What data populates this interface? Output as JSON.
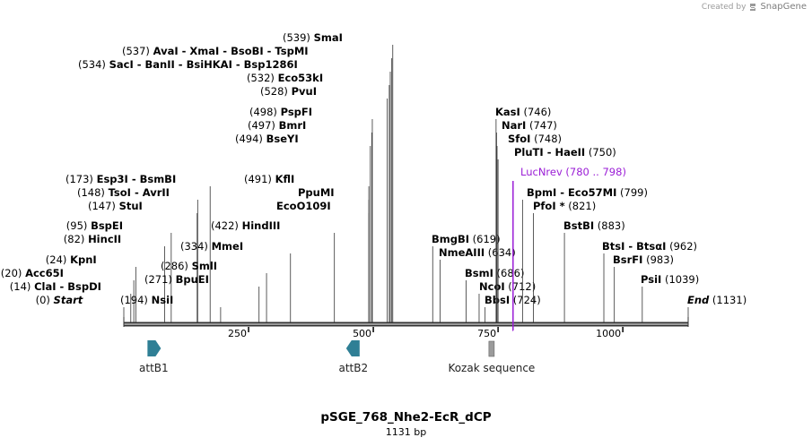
{
  "credit": {
    "prefix": "Created by",
    "brand": "SnapGene"
  },
  "map": {
    "title": "pSGE_768_Nhe2-EcR_dCP",
    "length_label": "1131 bp",
    "length_bp": 1131,
    "ticks": [
      "250",
      "500",
      "750",
      "1000"
    ],
    "tick_values": [
      250,
      500,
      750,
      1000
    ]
  },
  "labels": [
    {
      "pos": "(0)",
      "parts": [
        {
          "t": "Start",
          "it": true
        }
      ],
      "bp": 0
    },
    {
      "pos": "(14)",
      "parts": [
        {
          "t": "ClaI"
        },
        {
          "t": "BspDI"
        }
      ],
      "bp": 14
    },
    {
      "pos": "(20)",
      "parts": [
        {
          "t": "Acc65I"
        }
      ],
      "bp": 20
    },
    {
      "pos": "(24)",
      "parts": [
        {
          "t": "KpnI"
        }
      ],
      "bp": 24
    },
    {
      "pos": "(82)",
      "parts": [
        {
          "t": "HincII"
        }
      ],
      "bp": 82
    },
    {
      "pos": "(95)",
      "parts": [
        {
          "t": "BspEI"
        }
      ],
      "bp": 95
    },
    {
      "pos": "(147)",
      "parts": [
        {
          "t": "StuI"
        }
      ],
      "bp": 147
    },
    {
      "pos": "(148)",
      "parts": [
        {
          "t": "TsoI"
        },
        {
          "t": "AvrII"
        }
      ],
      "bp": 148
    },
    {
      "pos": "(173)",
      "parts": [
        {
          "t": "Esp3I"
        },
        {
          "t": "BsmBI"
        }
      ],
      "bp": 173
    },
    {
      "pos": "(194)",
      "parts": [
        {
          "t": "NsiI"
        }
      ],
      "bp": 194
    },
    {
      "pos": "(271)",
      "parts": [
        {
          "t": "BpuEI"
        }
      ],
      "bp": 271
    },
    {
      "pos": "(286)",
      "parts": [
        {
          "t": "SmlI"
        }
      ],
      "bp": 286
    },
    {
      "pos": "(334)",
      "parts": [
        {
          "t": "MmeI"
        }
      ],
      "bp": 334
    },
    {
      "pos": "(422)",
      "parts": [
        {
          "t": "HindIII"
        }
      ],
      "bp": 422
    },
    {
      "pos": "",
      "parts": [
        {
          "t": "EcoO109I"
        }
      ],
      "bp": 491
    },
    {
      "pos": "",
      "parts": [
        {
          "t": "PpuMI"
        }
      ],
      "bp": 491
    },
    {
      "pos": "(491)",
      "parts": [
        {
          "t": "KflI"
        }
      ],
      "bp": 491
    },
    {
      "pos": "(494)",
      "parts": [
        {
          "t": "BseYI"
        }
      ],
      "bp": 494
    },
    {
      "pos": "(497)",
      "parts": [
        {
          "t": "BmrI"
        }
      ],
      "bp": 497
    },
    {
      "pos": "(498)",
      "parts": [
        {
          "t": "PspFI"
        }
      ],
      "bp": 498
    },
    {
      "pos": "(528)",
      "parts": [
        {
          "t": "PvuI"
        }
      ],
      "bp": 528
    },
    {
      "pos": "(532)",
      "parts": [
        {
          "t": "Eco53kI"
        }
      ],
      "bp": 532
    },
    {
      "pos": "(534)",
      "parts": [
        {
          "t": "SacI"
        },
        {
          "t": "BanII"
        },
        {
          "t": "BsiHKAI"
        },
        {
          "t": "Bsp1286I"
        }
      ],
      "bp": 534
    },
    {
      "pos": "(537)",
      "parts": [
        {
          "t": "AvaI"
        },
        {
          "t": "XmaI"
        },
        {
          "t": "BsoBI"
        },
        {
          "t": "TspMI"
        }
      ],
      "bp": 537
    },
    {
      "pos": "(539)",
      "parts": [
        {
          "t": "SmaI"
        }
      ],
      "bp": 539
    },
    {
      "pos": "(619)",
      "parts": [
        {
          "t": "BmgBI"
        }
      ],
      "bp": 619
    },
    {
      "pos": "(634)",
      "parts": [
        {
          "t": "NmeAIII"
        }
      ],
      "bp": 634
    },
    {
      "pos": "(686)",
      "parts": [
        {
          "t": "BsmI"
        }
      ],
      "bp": 686
    },
    {
      "pos": "(712)",
      "parts": [
        {
          "t": "NcoI"
        }
      ],
      "bp": 712
    },
    {
      "pos": "(724)",
      "parts": [
        {
          "t": "BbsI"
        }
      ],
      "bp": 724
    },
    {
      "pos": "(746)",
      "parts": [
        {
          "t": "KasI"
        }
      ],
      "bp": 746
    },
    {
      "pos": "(747)",
      "parts": [
        {
          "t": "NarI"
        }
      ],
      "bp": 747
    },
    {
      "pos": "(748)",
      "parts": [
        {
          "t": "SfoI"
        }
      ],
      "bp": 748
    },
    {
      "pos": "(750)",
      "parts": [
        {
          "t": "PluTI"
        },
        {
          "t": "HaeII"
        }
      ],
      "bp": 750
    },
    {
      "pos": "(780 .. 798)",
      "parts": [
        {
          "t": "LucNrev"
        }
      ],
      "bp": 780,
      "primer": true
    },
    {
      "pos": "(799)",
      "parts": [
        {
          "t": "BpmI"
        },
        {
          "t": "Eco57MI"
        }
      ],
      "bp": 799
    },
    {
      "pos": "(821)",
      "parts": [
        {
          "t": "PfoI *"
        }
      ],
      "bp": 821
    },
    {
      "pos": "(883)",
      "parts": [
        {
          "t": "BstBI"
        }
      ],
      "bp": 883
    },
    {
      "pos": "(962)",
      "parts": [
        {
          "t": "BtsI"
        },
        {
          "t": "BtsαI"
        }
      ],
      "bp": 962
    },
    {
      "pos": "(983)",
      "parts": [
        {
          "t": "BsrFI"
        }
      ],
      "bp": 983
    },
    {
      "pos": "(1039)",
      "parts": [
        {
          "t": "PsiI"
        }
      ],
      "bp": 1039
    },
    {
      "pos": "(1131)",
      "parts": [
        {
          "t": "End",
          "it": true
        }
      ],
      "bp": 1131
    }
  ],
  "features": [
    {
      "name": "attB1",
      "type": "arrow-right",
      "color": "#2f7f95"
    },
    {
      "name": "attB2",
      "type": "arrow-left",
      "color": "#2f7f95"
    },
    {
      "name": "Kozak sequence",
      "type": "box",
      "color": "#9b9b9b"
    }
  ],
  "colors": {
    "backbone": "#333333",
    "primer": "#9b1fd6",
    "feature": "#2f7f95"
  }
}
